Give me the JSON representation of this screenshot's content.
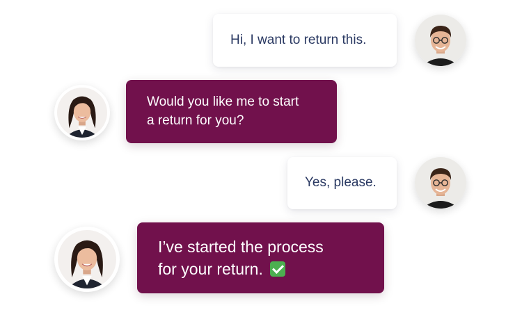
{
  "messages": [
    {
      "role": "user",
      "text": "Hi, I want to return this."
    },
    {
      "role": "agent",
      "lines": [
        "Would you like me to start",
        "a return for you?"
      ]
    },
    {
      "role": "user",
      "text": "Yes, please."
    },
    {
      "role": "agent",
      "lines": [
        "I’ve started the process",
        "for your return."
      ],
      "emoji": "check-mark-icon"
    }
  ],
  "colors": {
    "agent_bubble": "#71114c",
    "user_text": "#2b3a63",
    "check": "#4caf50"
  }
}
